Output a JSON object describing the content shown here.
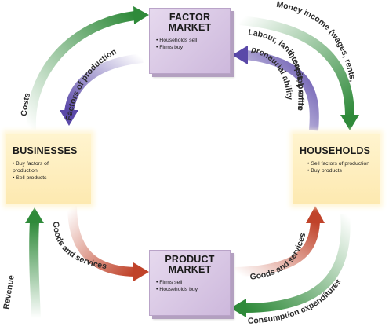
{
  "factor_market": {
    "title_line1": "FACTOR",
    "title_line2": "MARKET",
    "items": [
      "Households sell",
      "Firms buy"
    ]
  },
  "businesses": {
    "title": "BUSINESSES",
    "items": [
      "Buy factors of production",
      "Sell products"
    ]
  },
  "households": {
    "title": "HOUSEHOLDS",
    "items": [
      "Sell factors of production",
      "Buy products"
    ]
  },
  "product_market": {
    "title_line1": "PRODUCT",
    "title_line2": "MARKET",
    "items": [
      "Firms sell",
      "Households buy"
    ]
  },
  "flows": {
    "costs": "Costs",
    "factors_of_production": "Factors of production",
    "money_income_1": "Money income (wages, rents,",
    "money_income_2": "interest, profits)",
    "labour_1": "Labour, land, capital, entre-",
    "labour_2": "preneurial ability",
    "goods_services_left": "Goods and services",
    "goods_services_right": "Goods and services",
    "revenue": "Revenue",
    "consumption": "Consumption expenditures"
  },
  "colors": {
    "money_flow": "#2f8a3a",
    "factor_flow": "#5a48a8",
    "goods_flow": "#c0432a",
    "market_box": "#d4c1e2",
    "agent_box": "#fdebb5"
  }
}
